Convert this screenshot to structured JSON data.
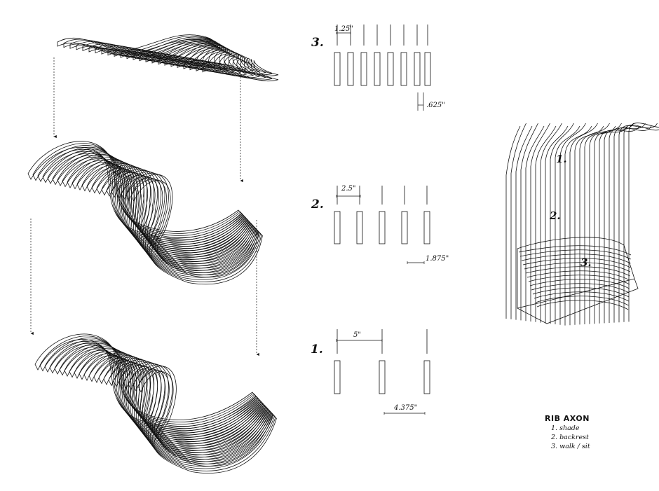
{
  "spacing_diagrams": [
    {
      "label": "3.",
      "dims": [
        {
          "text": "1.25\""
        },
        {
          "text": ".625\""
        }
      ]
    },
    {
      "label": "2.",
      "dims": [
        {
          "text": "2.5\""
        },
        {
          "text": "1.875\""
        }
      ]
    },
    {
      "label": "1.",
      "dims": [
        {
          "text": "5\""
        },
        {
          "text": "4.375\""
        }
      ]
    }
  ],
  "rib_axon": {
    "zone_labels": [
      "1.",
      "2.",
      "3."
    ]
  },
  "legend": {
    "title": "RIB AXON",
    "items": [
      "1. shade",
      "2. backrest",
      "3. walk / sit"
    ]
  }
}
